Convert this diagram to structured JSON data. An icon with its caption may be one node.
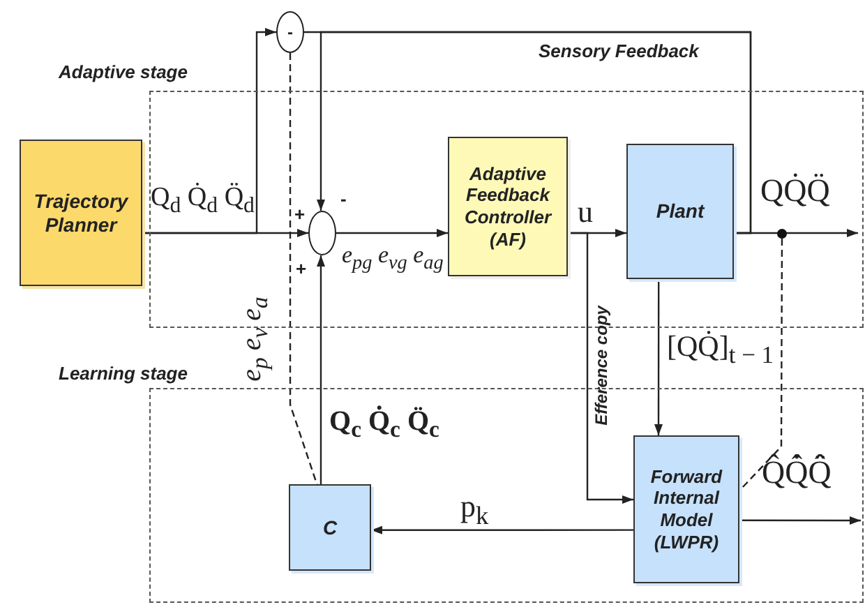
{
  "diagram": {
    "nodes": [
      {
        "text": [
          "Adaptive stage"
        ]
      },
      {
        "text": [
          "Trajectory Planner"
        ]
      },
      {
        "text": [],
        "shape": "circle",
        "in": 0,
        "beside": [
          "+",
          "-",
          "+"
        ]
      },
      {
        "text": [
          "Adaptive Feedback Controller (AF)"
        ],
        "in": 0
      },
      {
        "text": [
          "Plant"
        ],
        "in": 0
      },
      {
        "text": [
          "-"
        ]
      },
      {
        "text": [
          "Learning stage"
        ]
      },
      {
        "text": [
          "C"
        ],
        "in": 6
      },
      {
        "text": [
          "Forward Internal Model (LWPR)"
        ],
        "in": 6
      },
      {
        "text": [],
        "shape": "dot",
        "in": 0
      }
    ],
    "edges": [
      {
        "from": 1,
        "to": 2,
        "arrow": "to",
        "label": "Q$_{d}$ Q̇$_{d}$ Q̈$_{d}$"
      },
      {
        "from": 1,
        "to": 5,
        "arrow": "to"
      },
      {
        "from": 2,
        "to": 3,
        "arrow": "to",
        "label": "e$_{pg}$ e$_{vg}$ e$_{ag}$"
      },
      {
        "from": 3,
        "to": 4,
        "arrow": "to",
        "label": "u"
      },
      {
        "from": 4,
        "to": null,
        "arrow": "to",
        "label": "QQ̇Q̈"
      },
      {
        "from": 4,
        "to": 2,
        "arrow": "to",
        "label": "Sensory Feedback"
      },
      {
        "from": 4,
        "to": 5,
        "arrow": "none"
      },
      {
        "from": 3,
        "to": 8,
        "arrow": "to",
        "label": "Efference copy"
      },
      {
        "from": 4,
        "to": 8,
        "arrow": "to",
        "label": "[QQ̇]$_{t − 1}$"
      },
      {
        "from": 8,
        "to": 7,
        "arrow": "to",
        "label": "p$_{k}$"
      },
      {
        "from": 8,
        "to": null,
        "arrow": "to",
        "label": "Q̂Q̇̂Q̈̂"
      },
      {
        "from": 7,
        "to": 2,
        "arrow": "to",
        "label": "Q$_{c}$ Q̇$_{c}$ Q̈$_{c}$"
      },
      {
        "from": 5,
        "to": 7,
        "arrow": "to",
        "style": "dashed",
        "label": "e$_{p}$ e$_{v}$ e$_{a}$"
      },
      {
        "from": 9,
        "to": 8,
        "arrow": "to",
        "style": "dashed"
      }
    ]
  }
}
